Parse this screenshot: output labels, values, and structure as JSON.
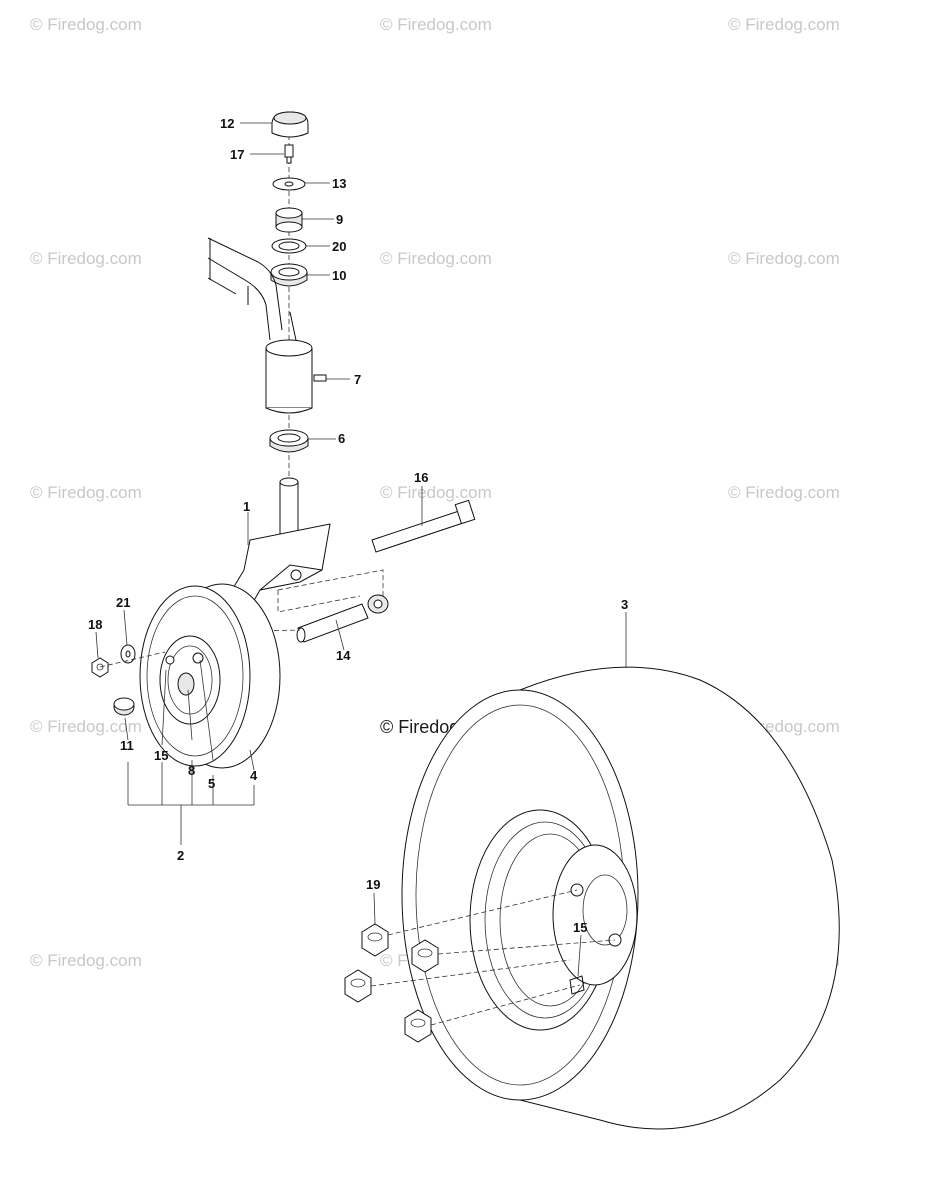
{
  "watermark": {
    "text": "© Firedog.com",
    "center_text": "© Firedog.com"
  },
  "callouts": {
    "c1": "1",
    "c2": "2",
    "c3": "3",
    "c4": "4",
    "c5": "5",
    "c6": "6",
    "c7": "7",
    "c8": "8",
    "c9": "9",
    "c10": "10",
    "c11": "11",
    "c12": "12",
    "c13": "13",
    "c14": "14",
    "c15a": "15",
    "c15b": "15",
    "c16": "16",
    "c17": "17",
    "c18": "18",
    "c19": "19",
    "c20": "20",
    "c21": "21"
  }
}
